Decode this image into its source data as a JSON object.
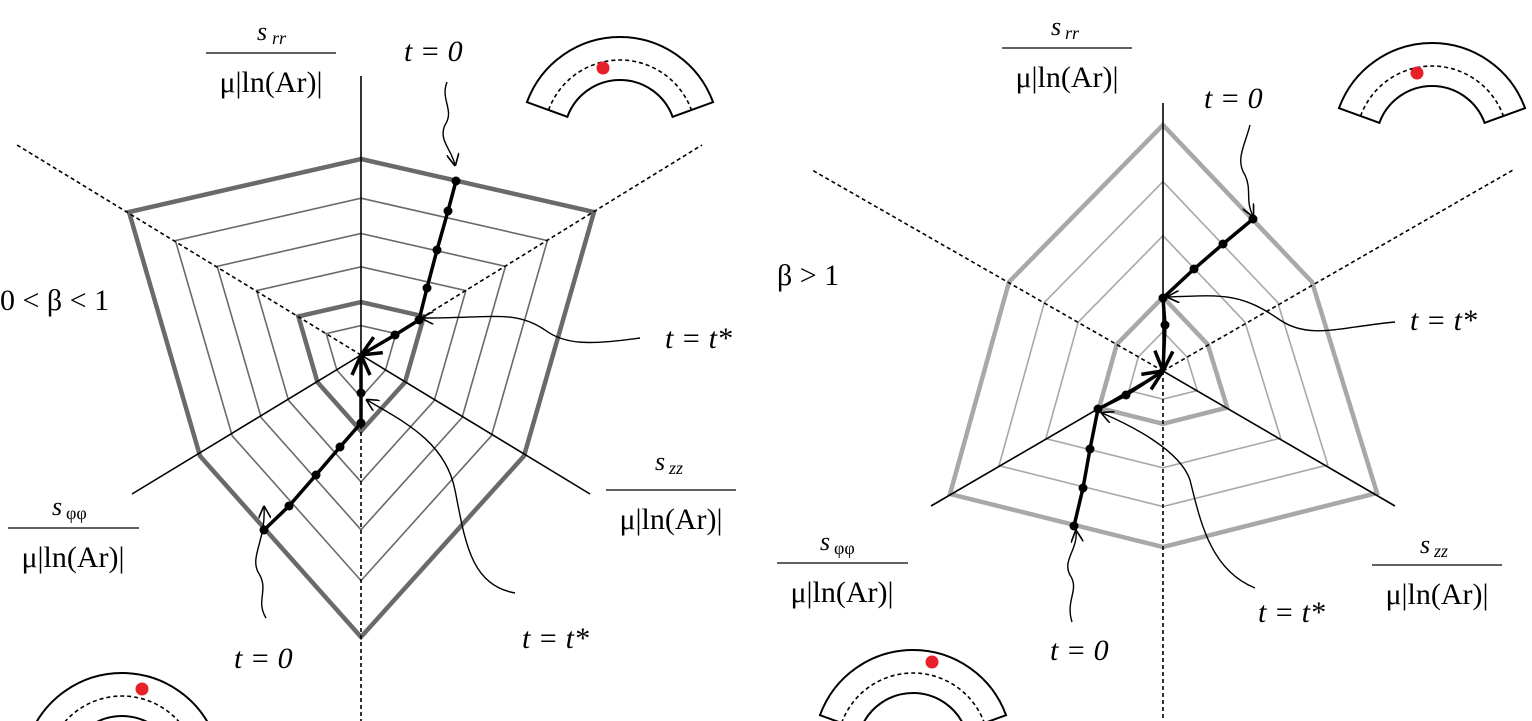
{
  "left_panel": {
    "regime": "0 < β < 1",
    "axis_rr": {
      "numerator": "s",
      "subscript": "rr",
      "denominator": "μ|ln(Ar)|"
    },
    "axis_phiphi": {
      "numerator": "s",
      "subscript": "φφ",
      "denominator": "μ|ln(Ar)|"
    },
    "axis_zz": {
      "numerator": "s",
      "subscript": "zz",
      "denominator": "μ|ln(Ar)|"
    },
    "upper_start": "t = 0",
    "upper_star": "t = t*",
    "lower_start": "t = 0",
    "lower_star": "t = t*"
  },
  "right_panel": {
    "regime": "β > 1",
    "axis_rr": {
      "numerator": "s",
      "subscript": "rr",
      "denominator": "μ|ln(Ar)|"
    },
    "axis_phiphi": {
      "numerator": "s",
      "subscript": "φφ",
      "denominator": "μ|ln(Ar)|"
    },
    "axis_zz": {
      "numerator": "s",
      "subscript": "zz",
      "denominator": "μ|ln(Ar)|"
    },
    "upper_start": "t = 0",
    "upper_star": "t = t*",
    "lower_start": "t = 0",
    "lower_star": "t = t*"
  },
  "colors": {
    "marker_dot": "#e8202a",
    "grid_left": "#6a6a6a",
    "grid_right": "#a8a8a8"
  }
}
